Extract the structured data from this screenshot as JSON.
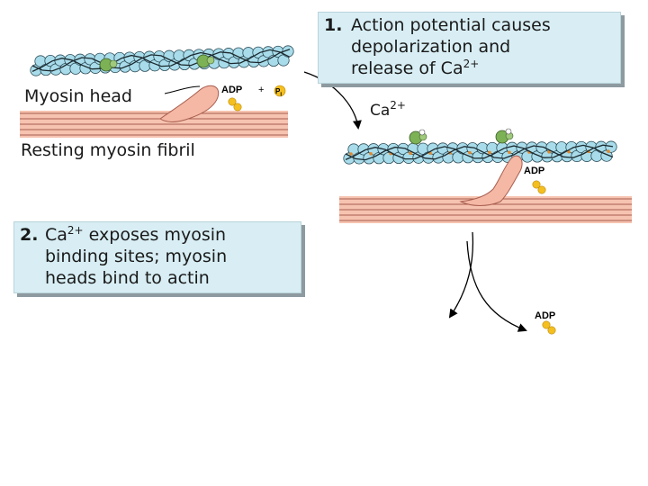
{
  "step1": {
    "number": "1.",
    "line1": "Action potential causes",
    "line2": "depolarization and",
    "line3_pre": "release of Ca",
    "line3_sup": "2+"
  },
  "step2": {
    "number": "2.",
    "line1_pre": "Ca",
    "line1_sup": "2+",
    "line1_post": " exposes myosin",
    "line2": "binding sites; myosin",
    "line3": "heads bind to actin"
  },
  "labels": {
    "myosin_head": "Myosin head",
    "resting_fibril": "Resting myosin fibril",
    "ca_ion": "Ca",
    "ca_ion_sup": "2+",
    "adp_top": "ADP",
    "plus": "+",
    "pi": "P",
    "pi_sub": "i",
    "adp_middle": "ADP",
    "adp_released": "ADP"
  },
  "colors": {
    "actin_bead": "#a9dcea",
    "actin_outline": "#2d4e5a",
    "tropomyosin": "#1c2a30",
    "troponin": "#7cb255",
    "myosin_fibril": "#f6c3b0",
    "myosin_lines": "#a85d4f",
    "myosin_head": "#f4b8a4",
    "phosphate": "#f4bf1f",
    "ca_dot": "#e0892f",
    "panel_bg": "#d8eef4",
    "arrow": "#000000"
  },
  "icons": {
    "actin": "actin-filament-icon",
    "myosin": "myosin-fibril-icon",
    "adp": "adp-molecule-icon"
  }
}
